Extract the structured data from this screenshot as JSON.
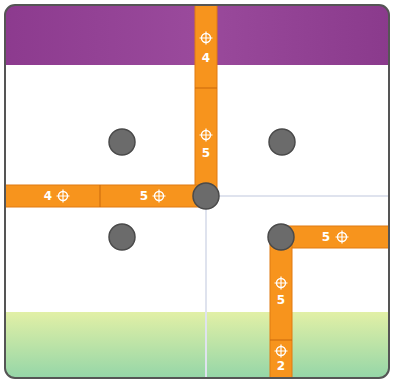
{
  "diagram": {
    "labels": [
      "4",
      "5",
      "4",
      "5",
      "5",
      "5",
      "2"
    ]
  }
}
